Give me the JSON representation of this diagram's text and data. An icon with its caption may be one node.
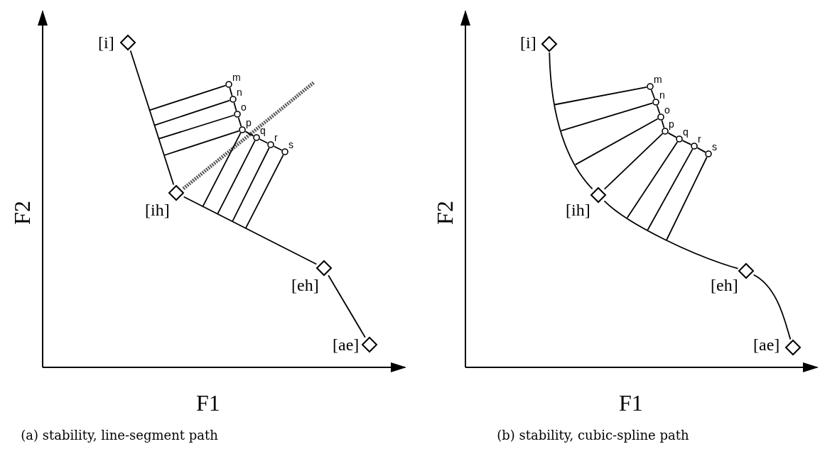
{
  "diagram": {
    "nodes": [
      {
        "text": [],
        "shape": "diamond",
        "beside": [
          "[i]"
        ]
      },
      {
        "text": [],
        "shape": "diamond",
        "beside": [
          "[ih]"
        ]
      },
      {
        "text": [],
        "shape": "diamond",
        "beside": [
          "[eh]"
        ]
      },
      {
        "text": [],
        "shape": "diamond",
        "beside": [
          "[ae]"
        ]
      },
      {
        "text": [],
        "shape": "circle",
        "beside": [
          "m"
        ]
      },
      {
        "text": [],
        "shape": "circle",
        "beside": [
          "n"
        ]
      },
      {
        "text": [],
        "shape": "circle",
        "beside": [
          "o"
        ]
      },
      {
        "text": [],
        "shape": "circle",
        "beside": [
          "p"
        ]
      },
      {
        "text": [],
        "shape": "circle",
        "beside": [
          "q"
        ]
      },
      {
        "text": [],
        "shape": "circle",
        "beside": [
          "r"
        ]
      },
      {
        "text": [],
        "shape": "circle",
        "beside": [
          "s"
        ]
      },
      {
        "text": [],
        "shape": "diamond",
        "beside": [
          "[i]"
        ]
      },
      {
        "text": [],
        "shape": "diamond",
        "beside": [
          "[ih]"
        ]
      },
      {
        "text": [],
        "shape": "diamond",
        "beside": [
          "[eh]"
        ]
      },
      {
        "text": [],
        "shape": "diamond",
        "beside": [
          "[ae]"
        ]
      },
      {
        "text": [],
        "shape": "circle",
        "beside": [
          "m"
        ]
      },
      {
        "text": [],
        "shape": "circle",
        "beside": [
          "n"
        ]
      },
      {
        "text": [],
        "shape": "circle",
        "beside": [
          "o"
        ]
      },
      {
        "text": [],
        "shape": "circle",
        "beside": [
          "p"
        ]
      },
      {
        "text": [],
        "shape": "circle",
        "beside": [
          "q"
        ]
      },
      {
        "text": [],
        "shape": "circle",
        "beside": [
          "r"
        ]
      },
      {
        "text": [],
        "shape": "circle",
        "beside": [
          "s"
        ]
      }
    ],
    "edges": [
      {
        "from": 0,
        "to": 1,
        "arrow": "none"
      },
      {
        "from": 1,
        "to": 2,
        "arrow": "none"
      },
      {
        "from": 2,
        "to": 3,
        "arrow": "none"
      },
      {
        "from": 4,
        "to": 5,
        "arrow": "none"
      },
      {
        "from": 5,
        "to": 6,
        "arrow": "none"
      },
      {
        "from": 6,
        "to": 7,
        "arrow": "none"
      },
      {
        "from": 7,
        "to": 8,
        "arrow": "none"
      },
      {
        "from": 8,
        "to": 9,
        "arrow": "none"
      },
      {
        "from": 9,
        "to": 10,
        "arrow": "none"
      },
      {
        "from": 11,
        "to": 12,
        "arrow": "none"
      },
      {
        "from": 12,
        "to": 13,
        "arrow": "none"
      },
      {
        "from": 13,
        "to": 14,
        "arrow": "none"
      },
      {
        "from": 15,
        "to": 16,
        "arrow": "none"
      },
      {
        "from": 16,
        "to": 17,
        "arrow": "none"
      },
      {
        "from": 17,
        "to": 18,
        "arrow": "none"
      },
      {
        "from": 18,
        "to": 19,
        "arrow": "none"
      },
      {
        "from": 19,
        "to": 20,
        "arrow": "none"
      },
      {
        "from": 20,
        "to": 21,
        "arrow": "none"
      },
      {
        "from": 4,
        "to": null,
        "arrow": "none"
      },
      {
        "from": 5,
        "to": null,
        "arrow": "none"
      },
      {
        "from": 6,
        "to": null,
        "arrow": "none"
      },
      {
        "from": 7,
        "to": null,
        "arrow": "none"
      },
      {
        "from": 7,
        "to": null,
        "arrow": "none"
      },
      {
        "from": 8,
        "to": null,
        "arrow": "none"
      },
      {
        "from": 9,
        "to": null,
        "arrow": "none"
      },
      {
        "from": 10,
        "to": null,
        "arrow": "none"
      },
      {
        "from": 15,
        "to": null,
        "arrow": "none"
      },
      {
        "from": 16,
        "to": null,
        "arrow": "none"
      },
      {
        "from": 17,
        "to": null,
        "arrow": "none"
      },
      {
        "from": 18,
        "to": 12,
        "arrow": "none"
      },
      {
        "from": 19,
        "to": null,
        "arrow": "none"
      },
      {
        "from": 20,
        "to": null,
        "arrow": "none"
      },
      {
        "from": 21,
        "to": null,
        "arrow": "none"
      }
    ],
    "labels": [
      "F2",
      "F1",
      "(a) stability, line-segment path",
      "F2",
      "F1",
      "(b) stability, cubic-spline path"
    ]
  }
}
